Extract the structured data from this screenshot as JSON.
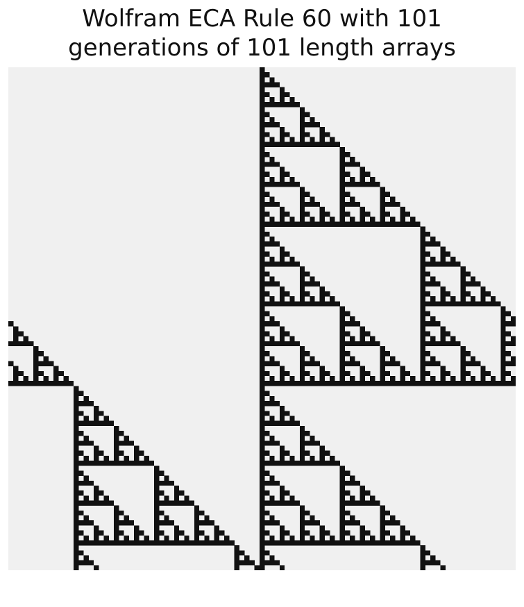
{
  "chart_data": {
    "type": "heatmap",
    "title": "Wolfram ECA Rule 60 with 101\ngenerations of 101 length arrays",
    "title_lines": [
      "Wolfram ECA Rule 60 with 101",
      "generations of 101 length arrays"
    ],
    "xlabel": "",
    "ylabel": "",
    "rule": 60,
    "generations": 101,
    "width": 101,
    "boundary": "wrap",
    "initial_condition": "single live cell at index 50",
    "axes_visible": false,
    "grid": false,
    "legend": "none",
    "colors": {
      "off": "#f0f0f0",
      "on": "#111111"
    }
  }
}
